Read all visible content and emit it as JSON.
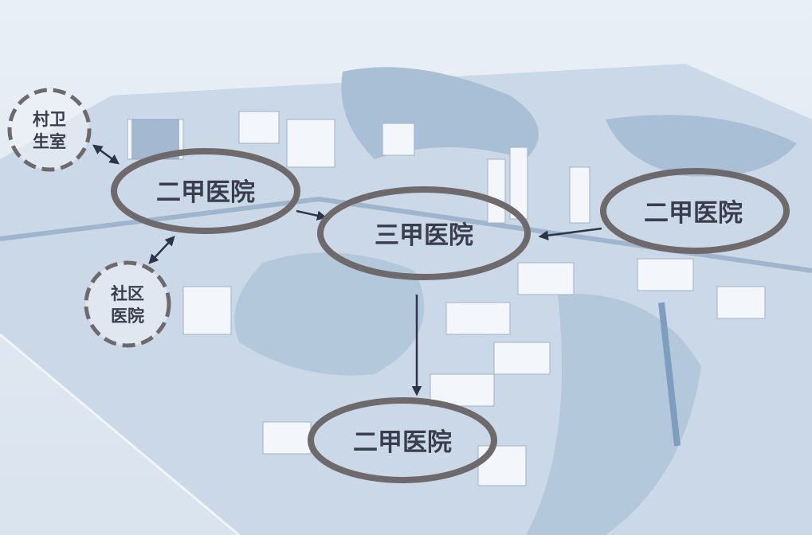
{
  "labels": {
    "village_clinic": {
      "line1": "村卫",
      "line2": "生室"
    },
    "community_hospital": {
      "line1": "社区",
      "line2": "医院"
    },
    "secondary_hospital_left": "二甲医院",
    "secondary_hospital_right": "二甲医院",
    "secondary_hospital_bottom": "二甲医院",
    "tertiary_hospital": "三甲医院"
  },
  "colors": {
    "ring": "#6e6a6c",
    "text": "#3a3d4c",
    "arrow": "#2e3448",
    "map_base": "#cbd8e7",
    "water": "#a9bfd6",
    "building": "#f3f6fa"
  }
}
